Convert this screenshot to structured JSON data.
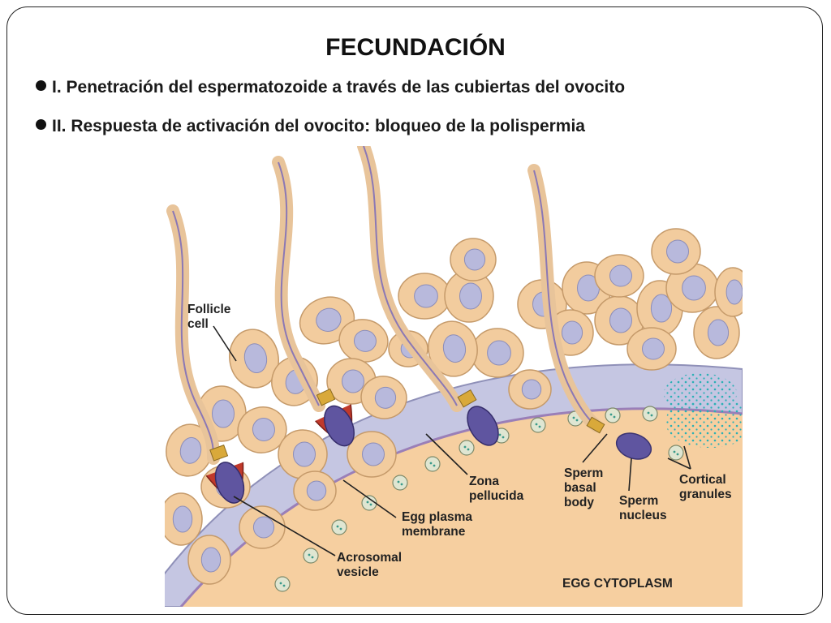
{
  "slide": {
    "title": "FECUNDACIÓN",
    "bullets": [
      "I. Penetración del espermatozoide a través de las cubiertas del ovocito",
      "II. Respuesta de activación del ovocito: bloqueo de la polispermia"
    ]
  },
  "diagram": {
    "labels": {
      "follicle_cell": [
        "Follicle",
        "cell"
      ],
      "zona_pellucida": [
        "Zona",
        "pellucida"
      ],
      "egg_plasma_membrane": [
        "Egg plasma",
        "membrane"
      ],
      "acrosomal_vesicle": [
        "Acrosomal",
        "vesicle"
      ],
      "sperm_basal_body": [
        "Sperm",
        "basal",
        "body"
      ],
      "sperm_nucleus": [
        "Sperm",
        "nucleus"
      ],
      "cortical_granules": [
        "Cortical",
        "granules"
      ],
      "egg_cytoplasm": "EGG CYTOPLASM"
    },
    "colors": {
      "follicle_cell": "#f2cc9e",
      "cell_nucleus": "#b8b9dc",
      "zona_pellucida": "#c5c6e2",
      "egg_cytoplasm": "#f6cfa0",
      "sperm_nucleus": "#5f55a0",
      "acrosome": "#c0392b",
      "basal_body": "#d9a93a",
      "granule": "#dfe6d2"
    }
  }
}
